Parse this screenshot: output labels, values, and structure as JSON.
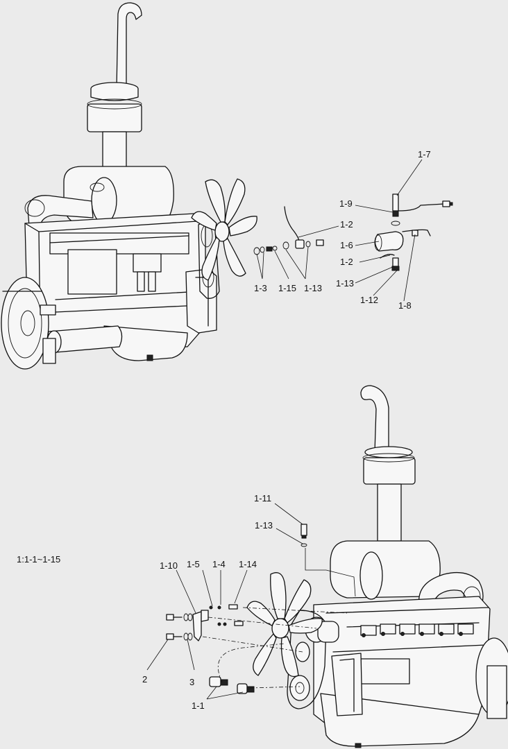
{
  "labels": {
    "top": {
      "l_1_7": "1-7",
      "l_1_9": "1-9",
      "l_1_2a": "1-2",
      "l_1_6": "1-6",
      "l_1_2b": "1-2",
      "l_1_13a": "1-13",
      "l_1_12": "1-12",
      "l_1_8": "1-8",
      "l_1_3": "1-3",
      "l_1_15": "1-15",
      "l_1_13b": "1-13"
    },
    "bottom": {
      "l_1_11": "1-11",
      "l_1_13": "1-13",
      "l_1_10": "1-10",
      "l_1_5": "1-5",
      "l_1_4": "1-4",
      "l_1_14": "1-14",
      "l_2": "2",
      "l_3": "3",
      "l_1_1": "1-1"
    },
    "scale": "1:1-1~1-15"
  }
}
